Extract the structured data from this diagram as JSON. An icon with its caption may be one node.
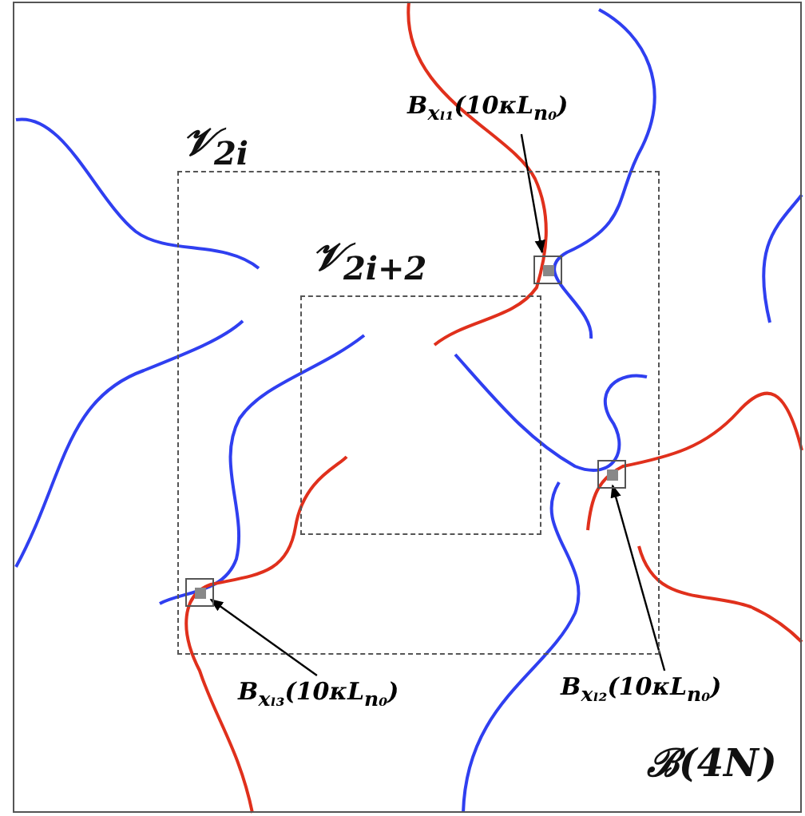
{
  "diagram": {
    "nodes": [
      {
        "text": [
          "ℬ(4N)"
        ]
      },
      {
        "text": [
          "𝒱$_{2i}$"
        ],
        "in": 0
      },
      {
        "text": [
          "𝒱$_{2i+2}$"
        ],
        "in": 1
      },
      {
        "text": [
          "B$_{xₗ₁}$(10κL$_{n₀}$)"
        ],
        "in": 0
      },
      {
        "text": [],
        "shape": "box",
        "in": 1
      },
      {
        "text": [],
        "shape": "box",
        "in": 1
      },
      {
        "text": [],
        "shape": "box",
        "in": 1
      },
      {
        "text": [
          "B$_{xₗ₃}$(10κL$_{n₀}$)"
        ],
        "in": 0
      },
      {
        "text": [
          "B$_{xₗ₂}$(10κL$_{n₀}$)"
        ],
        "in": 0
      }
    ],
    "edges": [
      {
        "from": 3,
        "to": 4,
        "arrow": "to"
      },
      {
        "from": 7,
        "to": 6,
        "arrow": "to"
      },
      {
        "from": 8,
        "to": 5,
        "arrow": "to"
      }
    ]
  }
}
